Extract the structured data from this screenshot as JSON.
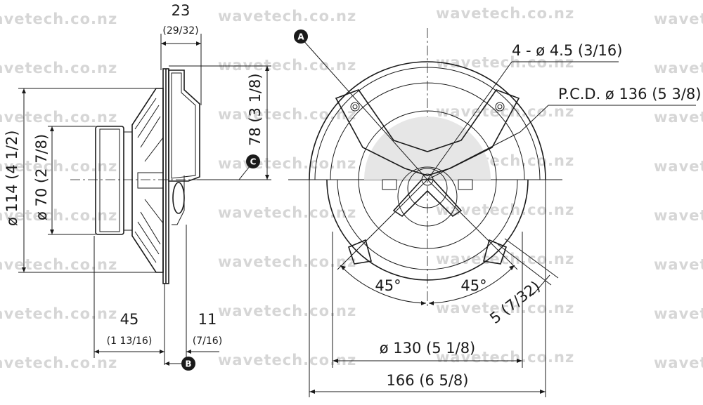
{
  "watermark": "wavetech.co.nz",
  "side_view": {
    "depth_total": "23",
    "depth_total_frac": "(29/32)",
    "height_label": "78 (3 1/8)",
    "dia_outer": "ø 114 (4 1/2)",
    "dia_magnet": "ø 70 (2 7/8)",
    "depth_magnet": "45",
    "depth_magnet_frac": "(1 13/16)",
    "depth_tweeter": "11",
    "depth_tweeter_frac": "(7/16)"
  },
  "front_view": {
    "holes": "4 - ø 4.5 (3/16)",
    "pcd": "P.C.D. ø 136 (5 3/8)",
    "angle_left": "45°",
    "angle_right": "45°",
    "gap": "5 (7/32)",
    "dia_cutout": "ø 130 (5 1/8)",
    "width_total": "166 (6 5/8)"
  },
  "badges": {
    "a": "A",
    "b": "B",
    "c": "C"
  },
  "colors": {
    "line": "#1a1a1a",
    "badge": "#1a1a1a",
    "watermark": "#d6d6d6",
    "hatch": "#e6e6e6"
  }
}
